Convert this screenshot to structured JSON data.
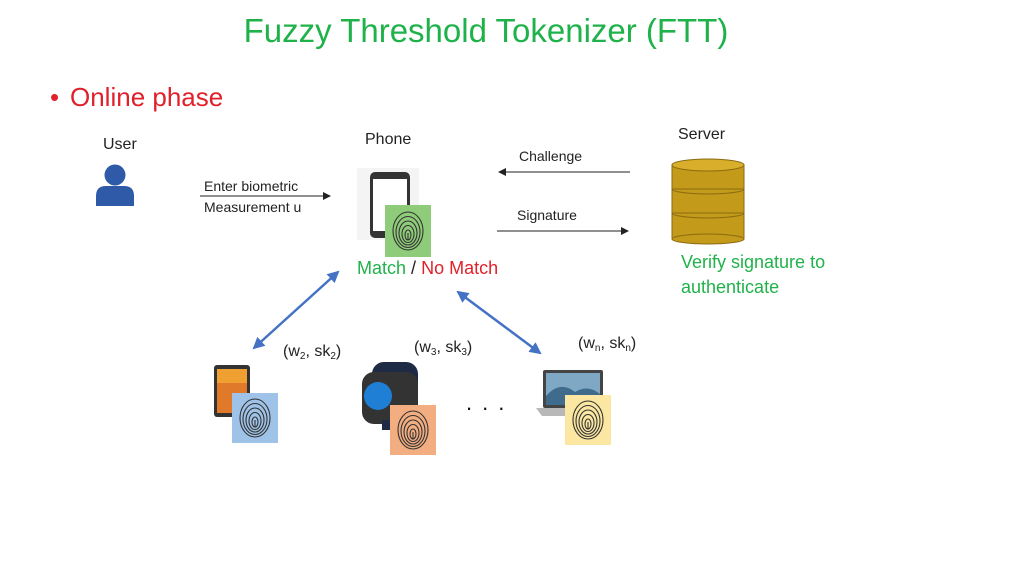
{
  "title": "Fuzzy Threshold Tokenizer (FTT)",
  "bullet": "Online phase",
  "labels": {
    "user": "User",
    "phone": "Phone",
    "server": "Server",
    "challenge": "Challenge",
    "signature": "Signature",
    "enter_biometric_1": "Enter biometric",
    "enter_biometric_2": "Measurement u",
    "verify_1": "Verify signature to",
    "verify_2": "authenticate",
    "match": "Match",
    "separator": "/",
    "no_match": "No Match",
    "ellipsis": "..."
  },
  "devices": {
    "tablet": {
      "w": "w",
      "w_sub": "2",
      "sk": "sk",
      "sk_sub": "2"
    },
    "watch": {
      "w": "w",
      "w_sub": "3",
      "sk": "sk",
      "sk_sub": "3"
    },
    "laptop": {
      "w": "w",
      "w_sub": "n",
      "sk": "sk",
      "sk_sub": "n"
    }
  },
  "colors": {
    "title": "#20b24a",
    "bullet": "#e0202a",
    "arrow": "#4472c4",
    "user_icon": "#2f5aa8",
    "db_fill": "#c49a1a",
    "fp_green": "#8fcc7a",
    "fp_blue": "#9fc3e8",
    "fp_orange": "#f2ad80",
    "fp_yellow": "#fbe7a1"
  },
  "icons": [
    "user-icon",
    "phone-icon",
    "database-icon",
    "tablet-icon",
    "watch-icon",
    "laptop-icon",
    "fingerprint-icon"
  ]
}
